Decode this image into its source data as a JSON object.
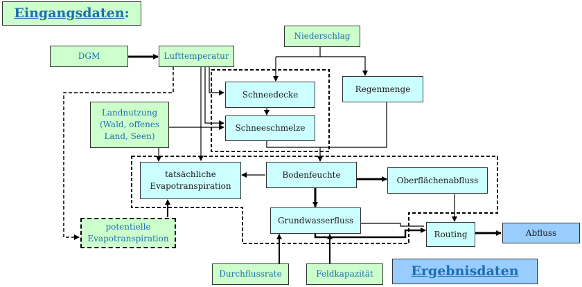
{
  "headers": {
    "input_title": "Eingangsdaten",
    "input_colon": ":",
    "output_title": "Ergebnisdaten"
  },
  "nodes": {
    "dgm": "DGM",
    "lufttemperatur": "Lufttemperatur",
    "niederschlag": "Niederschlag",
    "schneedecke": "Schneedecke",
    "regenmenge": "Regenmenge",
    "landnutzung": "Landnutzung\n(Wald, offenes\nLand, Seen)",
    "schneeschmelze": "Schneeschmelze",
    "evapotranspiration": "tatsächliche\nEvapotranspiration",
    "bodenfeuchte": "Bodenfeuchte",
    "oberflaechenabfluss": "Oberflächenabfluss",
    "grundwasserfluss": "Grundwasserfluss",
    "potentielle_et": "potentielle\nEvapotranspiration",
    "routing": "Routing",
    "abfluss": "Abfluss",
    "durchflussrate": "Durchflussrate",
    "feldkapazitaet": "Feldkapazität"
  },
  "colors": {
    "input_fill": "#ccffcc",
    "process_fill": "#ccffff",
    "output_fill": "#99ccff",
    "text_blue": "#1f6fb0",
    "edge": "#000000"
  }
}
